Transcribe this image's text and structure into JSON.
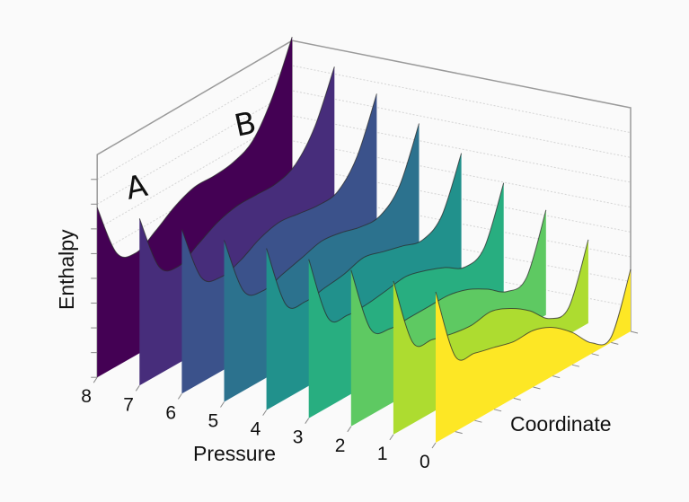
{
  "chart_data": {
    "type": "waterfall-3d",
    "xlabel": "Coordinate",
    "ylabel": "Pressure",
    "zlabel": "Enthalpy",
    "pressure_ticks": [
      "0",
      "1",
      "2",
      "3",
      "4",
      "5",
      "6",
      "7",
      "8"
    ],
    "coordinate": [
      0,
      0.1,
      0.2,
      0.3,
      0.4,
      0.5,
      0.6,
      0.7,
      0.8,
      0.9,
      1.0
    ],
    "zlim": [
      0,
      9
    ],
    "annotations": [
      {
        "text": "A"
      },
      {
        "text": "B"
      }
    ],
    "series": [
      {
        "pressure": 0,
        "color": "#fde725",
        "values": [
          5.6,
          2.8,
          2.5,
          2.3,
          2.1,
          2.1,
          1.8,
          1.2,
          0.4,
          0.2,
          2.3
        ]
      },
      {
        "pressure": 1,
        "color": "#addc30",
        "values": [
          5.7,
          3.0,
          2.7,
          2.5,
          2.4,
          2.5,
          2.2,
          1.7,
          1.0,
          1.0,
          3.1
        ]
      },
      {
        "pressure": 2,
        "color": "#5ec962",
        "values": [
          5.8,
          3.2,
          2.8,
          2.8,
          2.8,
          2.8,
          2.6,
          2.2,
          1.7,
          1.8,
          3.9
        ]
      },
      {
        "pressure": 3,
        "color": "#28ae80",
        "values": [
          5.9,
          3.3,
          3.0,
          3.0,
          3.1,
          3.2,
          3.0,
          2.7,
          2.3,
          2.6,
          4.6
        ]
      },
      {
        "pressure": 4,
        "color": "#21918c",
        "values": [
          6.0,
          3.5,
          3.2,
          3.3,
          3.4,
          3.6,
          3.4,
          3.2,
          3.0,
          3.5,
          5.4
        ]
      },
      {
        "pressure": 5,
        "color": "#2c728e",
        "values": [
          6.0,
          3.7,
          3.3,
          3.5,
          3.7,
          3.9,
          3.8,
          3.6,
          3.6,
          4.3,
          6.2
        ]
      },
      {
        "pressure": 6,
        "color": "#3b528b",
        "values": [
          6.1,
          3.9,
          3.5,
          3.7,
          4.1,
          4.3,
          4.2,
          4.1,
          4.2,
          5.1,
          7.0
        ]
      },
      {
        "pressure": 7,
        "color": "#472d7b",
        "values": [
          6.2,
          4.0,
          3.6,
          4.0,
          4.4,
          4.6,
          4.6,
          4.6,
          4.9,
          5.9,
          7.7
        ]
      },
      {
        "pressure": 8,
        "color": "#440154",
        "values": [
          6.3,
          4.2,
          3.8,
          4.2,
          4.7,
          5.0,
          5.0,
          5.1,
          5.5,
          6.7,
          8.5
        ]
      }
    ]
  }
}
